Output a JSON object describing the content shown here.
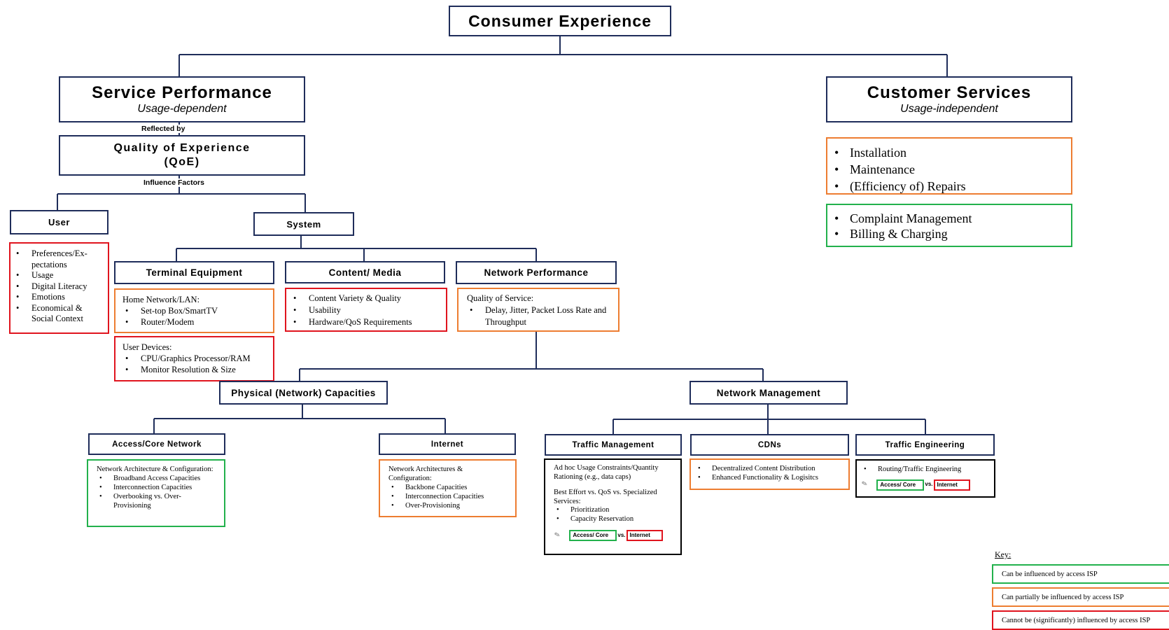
{
  "top": {
    "title": "Consumer Experience"
  },
  "service": {
    "title": "Service Performance",
    "subtitle": "Usage-dependent",
    "reflected": "Reflected by"
  },
  "customer": {
    "title": "Customer Services",
    "subtitle": "Usage-independent",
    "orange_items": [
      "Installation",
      "Maintenance",
      "(Efficiency of) Repairs"
    ],
    "green_items": [
      "Complaint Management",
      "Billing & Charging"
    ]
  },
  "qoe": {
    "title_line1": "Quality of Experience",
    "title_line2": "(QoE)",
    "influence": "Influence Factors"
  },
  "user": {
    "title": "User",
    "items": [
      "Preferences/Ex-pectations",
      "Usage",
      "Digital Literacy",
      "Emotions",
      "Economical & Social Context"
    ]
  },
  "system": {
    "title": "System"
  },
  "terminal": {
    "title": "Terminal Equipment",
    "home_label": "Home Network/LAN:",
    "home_items": [
      "Set-top Box/SmartTV",
      "Router/Modem"
    ],
    "devices_label": "User Devices:",
    "devices_items": [
      "CPU/Graphics Processor/RAM",
      "Monitor Resolution & Size"
    ]
  },
  "content": {
    "title": "Content/ Media",
    "items": [
      "Content Variety & Quality",
      "Usability",
      "Hardware/QoS Requirements"
    ]
  },
  "netperf": {
    "title": "Network Performance",
    "label": "Quality of Service:",
    "items": [
      "Delay, Jitter, Packet Loss Rate and Throughput"
    ]
  },
  "physical": {
    "title": "Physical (Network) Capacities"
  },
  "netmgmt": {
    "title": "Network Management"
  },
  "access": {
    "title": "Access/Core Network",
    "label": "Network Architecture & Configuration:",
    "items": [
      "Broadband Access Capacities",
      "Interconnection Capacities",
      "Overbooking vs. Over-Provisioning"
    ]
  },
  "internet": {
    "title": "Internet",
    "label": "Network Architectures & Configuration:",
    "items": [
      "Backbone Capacities",
      "Interconnection Capacities",
      "Over-Provisioning"
    ]
  },
  "traffic_mgmt": {
    "title": "Traffic Management",
    "p1": "Ad hoc Usage Constraints/Quantity Rationing (e.g., data caps)",
    "p2": "Best Effort vs. QoS vs. Specialized Services:",
    "items": [
      "Prioritization",
      "Capacity Reservation"
    ],
    "chip_access": "Access/ Core",
    "vs": "vs.",
    "chip_internet": "Internet"
  },
  "cdns": {
    "title": "CDNs",
    "items": [
      "Decentralized Content Distribution",
      "Enhanced Functionality & Logisitcs"
    ]
  },
  "traffic_eng": {
    "title": "Traffic Engineering",
    "items": [
      "Routing/Traffic Engineering"
    ],
    "chip_access": "Access/ Core",
    "vs": "vs.",
    "chip_internet": "Internet"
  },
  "key": {
    "title": "Key:",
    "green": "Can be influenced by access ISP",
    "orange": "Can partially be influenced by access ISP",
    "red": "Cannot be (significantly) influenced by access ISP"
  },
  "colors": {
    "navy": "#1f2d5a",
    "green": "#22b14c",
    "orange": "#ed7d31",
    "red": "#e0141e"
  }
}
